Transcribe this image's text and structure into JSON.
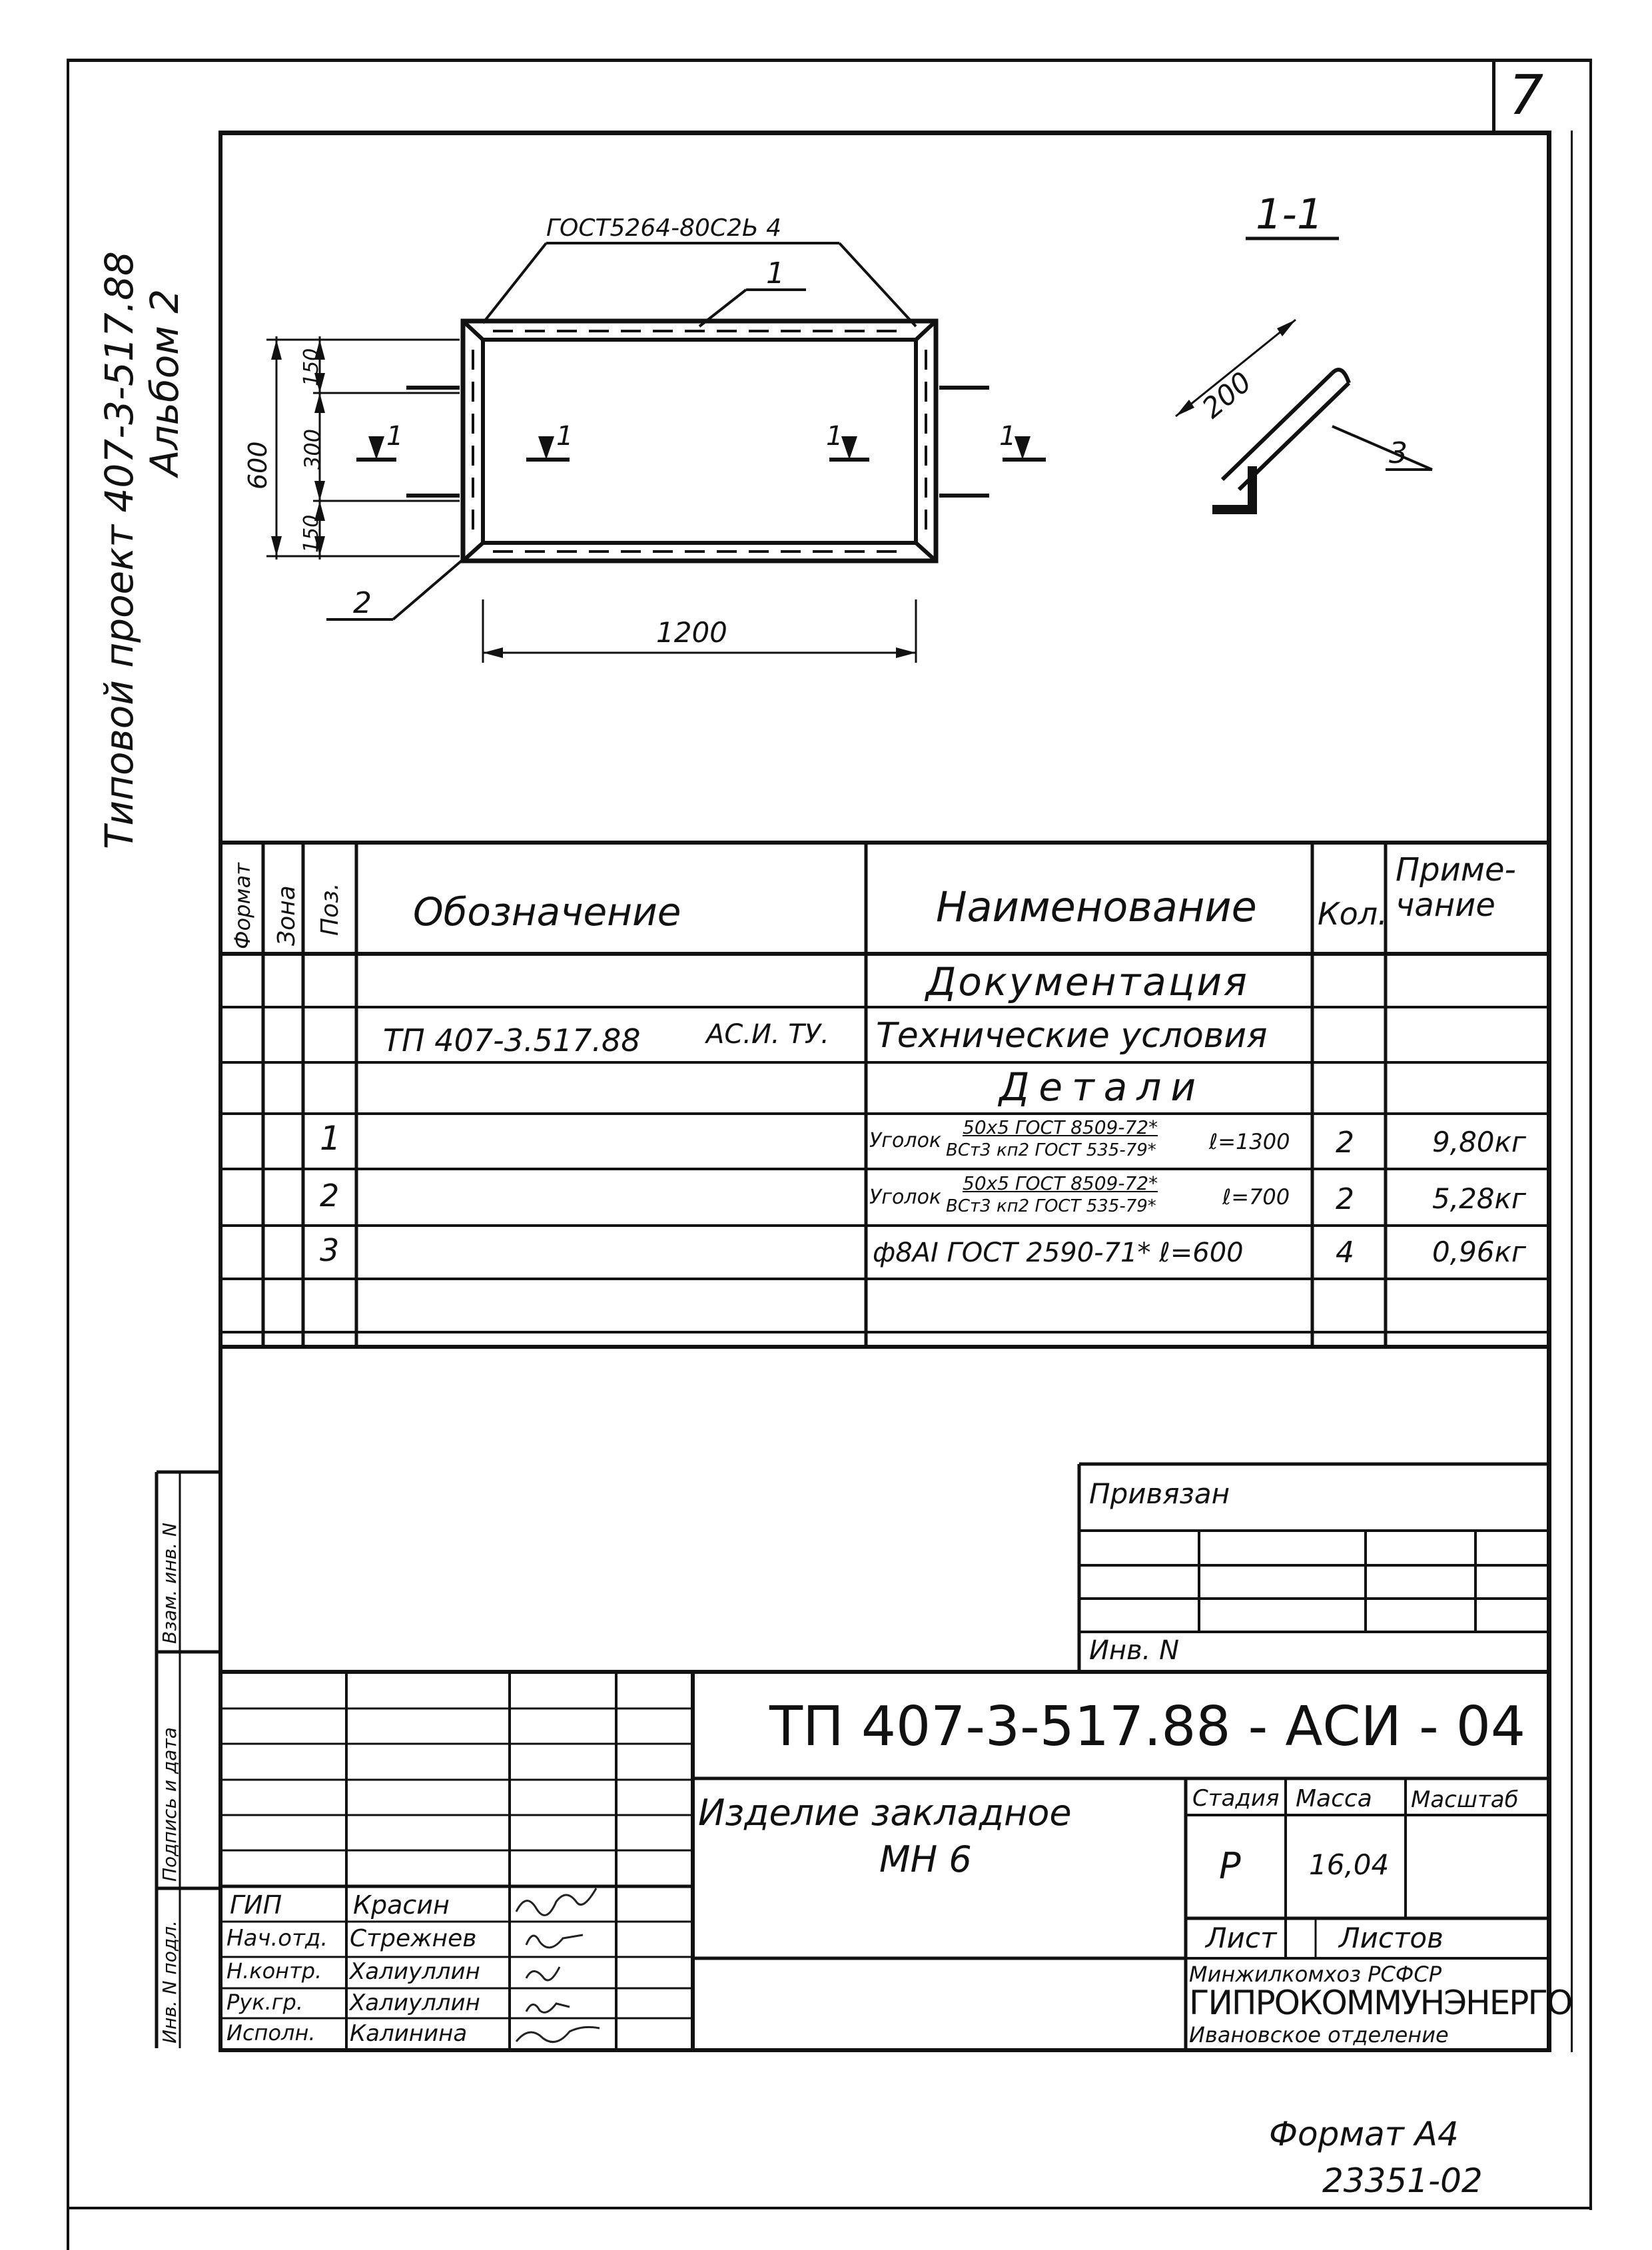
{
  "sheet": {
    "number": "7",
    "side_title_line1": "Типовой проект 407-3-517.88",
    "side_title_line2": "Альбом 2",
    "format_text": "Формат А4",
    "copy_number": "23351-02"
  },
  "drawing": {
    "gost_weld_label": "ГОСТ5264-80С2Ь 4",
    "part1_label": "1",
    "part2_label": "2",
    "part3_label": "3",
    "section_label": "1-1",
    "dim_200": "200",
    "dim_600": "600",
    "dim_150_top": "150",
    "dim_300": "300",
    "dim_150_bottom": "150",
    "dim_1200": "1200",
    "cut_mark": "1"
  },
  "spec_table": {
    "headers": {
      "format": "Формат",
      "zone": "Зона",
      "pos": "Поз.",
      "designation": "Обозначение",
      "name": "Наименование",
      "qty": "Кол.",
      "note": "Приме-\nчание"
    },
    "rows": [
      {
        "pos": "",
        "designation": "",
        "name": "Документация",
        "qty": "",
        "note": ""
      },
      {
        "pos": "",
        "designation": "ТП 407-3.517.88",
        "designation_suffix": "АС.И. ТУ.",
        "name": "Технические условия",
        "qty": "",
        "note": ""
      },
      {
        "pos": "",
        "designation": "",
        "name": "Детали",
        "qty": "",
        "note": ""
      },
      {
        "pos": "1",
        "designation": "",
        "name_prefix": "Уголок",
        "name_top": "50х5 ГОСТ 8509-72*",
        "name_bottom": "ВСт3 кп2 ГОСТ 535-79*",
        "name_suffix": "ℓ=1300",
        "qty": "2",
        "note": "9,80кг"
      },
      {
        "pos": "2",
        "designation": "",
        "name_prefix": "Уголок",
        "name_top": "50х5 ГОСТ 8509-72*",
        "name_bottom": "ВСт3 кп2 ГОСТ 535-79*",
        "name_suffix": "ℓ=700",
        "qty": "2",
        "note": "5,28кг"
      },
      {
        "pos": "3",
        "designation": "",
        "name": "ф8АI ГОСТ 2590-71* ℓ=600",
        "qty": "4",
        "note": "0,96кг"
      }
    ]
  },
  "binding_block": {
    "privyazan": "Привязан",
    "inv_n": "Инв. N"
  },
  "left_margin": {
    "vzam_inv": "Взам. инв. N",
    "podpis_data": "Подпись и дата",
    "inv_podl": "Инв. N подл."
  },
  "title_block": {
    "code": "ТП 407-3-517.88 - АСИ - 04",
    "name_line1": "Изделие закладное",
    "name_line2": "МН 6",
    "stage_label": "Стадия",
    "mass_label": "Масса",
    "scale_label": "Масштаб",
    "stage_value": "Р",
    "mass_value": "16,04",
    "sheet_label": "Лист",
    "sheets_label": "Листов",
    "org_line1": "Минжилкомхоз РСФСР",
    "org_line2": "ГИПРОКОММУНЭНЕРГО",
    "org_line3": "Ивановское отделение",
    "signers": [
      {
        "role": "ГИП",
        "name": "Красин"
      },
      {
        "role": "Нач.отд.",
        "name": "Стрежнев"
      },
      {
        "role": "Н.контр.",
        "name": "Халиуллин"
      },
      {
        "role": "Рук.гр.",
        "name": "Халиуллин"
      },
      {
        "role": "Исполн.",
        "name": "Калинина"
      }
    ]
  }
}
